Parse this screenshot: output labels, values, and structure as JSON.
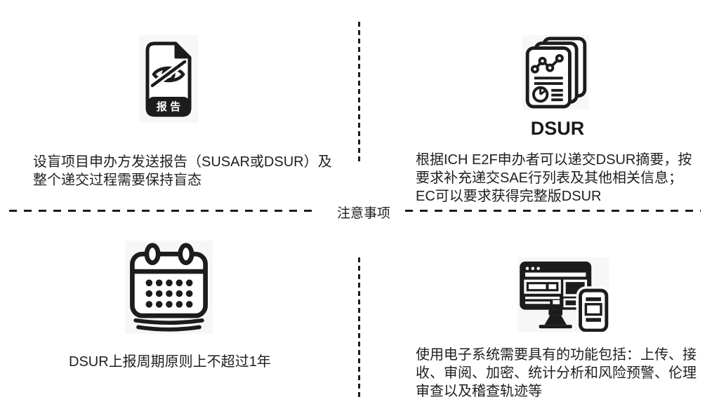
{
  "slide": {
    "center_label": "注意事项",
    "colors": {
      "ink": "#1c1c1c",
      "tile_bg": "#f7f7f7",
      "page_bg": "#ffffff"
    }
  },
  "quadrants": {
    "top_left": {
      "icon": "blinded-report-icon",
      "badge_text": "报 告",
      "caption_lines": [
        "设盲项目申办方发送报告（SUSAR或DSUR）及",
        "整个递交过程需要保持盲态"
      ]
    },
    "top_right": {
      "icon": "dsur-report-icon",
      "heading": "DSUR",
      "caption_lines": [
        "根据ICH E2F申办者可以递交DSUR摘要，按",
        "要求补充递交SAE行列表及其他相关信息；",
        "EC可以要求获得完整版DSUR"
      ]
    },
    "bottom_left": {
      "icon": "calendar-icon",
      "caption_lines": [
        "DSUR上报周期原则上不超过1年"
      ]
    },
    "bottom_right": {
      "icon": "electronic-system-icon",
      "caption_lines": [
        "使用电子系统需要具有的功能包括：上传、接",
        "收、审阅、加密、统计分析和风险预警、伦理",
        "审查以及稽查轨迹等"
      ]
    }
  }
}
